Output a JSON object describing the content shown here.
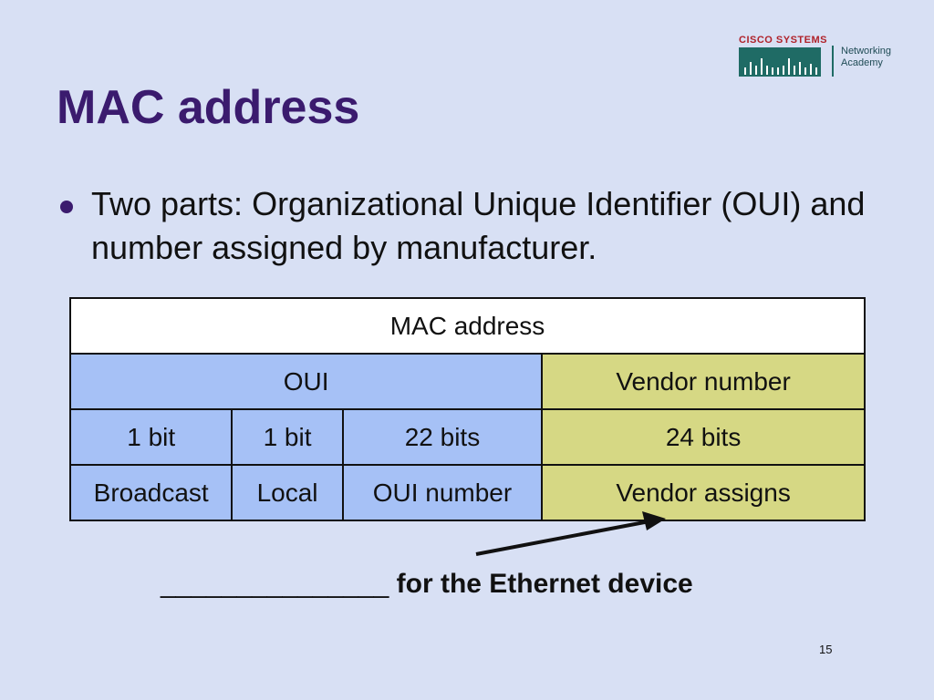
{
  "slide": {
    "title": "MAC address",
    "bullet": "Two parts: Organizational Unique Identifier (OUI) and number assigned by manufacturer.",
    "caption_blank": "_______________",
    "caption_text": "for the Ethernet device",
    "page_number": "15"
  },
  "logo": {
    "brand": "CISCO SYSTEMS",
    "line1": "Networking",
    "line2": "Academy"
  },
  "table": {
    "header": "MAC address",
    "row2": {
      "oui": "OUI",
      "vendor": "Vendor number"
    },
    "row3": [
      "1 bit",
      "1 bit",
      "22 bits",
      "24 bits"
    ],
    "row4": [
      "Broadcast",
      "Local",
      "OUI number",
      "Vendor assigns"
    ]
  },
  "colors": {
    "title": "#3b1b6e",
    "background": "#d8e0f4",
    "oui_cell": "#a6c1f6",
    "vendor_cell": "#d6d884"
  }
}
